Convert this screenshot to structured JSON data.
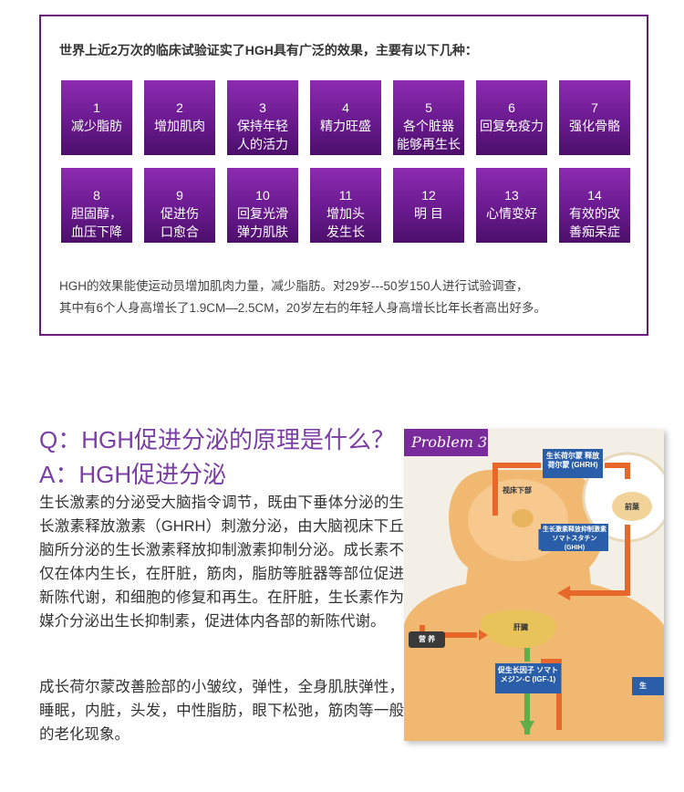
{
  "panel": {
    "heading": "世界上近2万次的临床试验证实了HGH具有广泛的效果，主要有以下几种：",
    "tiles_row1": [
      {
        "num": "1",
        "line1": "减少脂肪",
        "line2": ""
      },
      {
        "num": "2",
        "line1": "增加肌肉",
        "line2": ""
      },
      {
        "num": "3",
        "line1": "保持年轻",
        "line2": "人的活力"
      },
      {
        "num": "4",
        "line1": "精力旺盛",
        "line2": ""
      },
      {
        "num": "5",
        "line1": "各个脏器",
        "line2": "能够再生长"
      },
      {
        "num": "6",
        "line1": "回复免疫力",
        "line2": ""
      },
      {
        "num": "7",
        "line1": "强化骨骼",
        "line2": ""
      }
    ],
    "tiles_row2": [
      {
        "num": "8",
        "line1": "胆固醇，",
        "line2": "血压下降"
      },
      {
        "num": "9",
        "line1": "促进伤",
        "line2": "口愈合"
      },
      {
        "num": "10",
        "line1": "回复光滑",
        "line2": "弹力肌肤"
      },
      {
        "num": "11",
        "line1": "增加头",
        "line2": "发生长"
      },
      {
        "num": "12",
        "line1": "明  目",
        "line2": ""
      },
      {
        "num": "13",
        "line1": "心情变好",
        "line2": ""
      },
      {
        "num": "14",
        "line1": "有效的改",
        "line2": "善痴呆症"
      }
    ],
    "footnote_line1": "HGH的效果能使运动员增加肌肉力量，减少脂肪。对29岁---50岁150人进行试验调查，",
    "footnote_line2": "其中有6个人身高增长了1.9CM—2.5CM，20岁左右的年轻人身高增长比年长者高出好多。"
  },
  "qa": {
    "question": "Q：HGH促进分泌的原理是什么？",
    "answer": "A：HGH促进分泌",
    "paragraph1": "生长激素的分泌受大脑指令调节，既由下垂体分泌的生长激素释放激素（GHRH）刺激分泌，由大脑视床下丘脑所分泌的生长激素释放抑制激素抑制分泌。成长素不仅在体内生长，在肝脏，筋肉，脂肪等脏器等部位促进新陈代谢，和细胞的修复和再生。在肝脏，生长素作为媒介分泌出生长抑制素，促进体内各部的新陈代谢。",
    "paragraph2": "成长荷尔蒙改善脸部的小皱纹，弹性，全身肌肤弹性，睡眠，内脏，头发，中性脂肪，眼下松弛，筋肉等一般的老化现象。"
  },
  "figure": {
    "tag": "Problem 3",
    "ghrh_box": "生长荷尔蒙 释放荷尔蒙 (GHRH)",
    "ghih_box": "生长激素释放抑制激素 ソマトスタチン (GHIH)",
    "hypothalamus": "视床下部",
    "pituitary": "前葉",
    "liver": "肝臓",
    "nutrition": "营 养",
    "igf_box": "促生长因子 ソマトメジン-C (IGF-1)",
    "right_cut": "生",
    "colors": {
      "orange": "#e8672a",
      "blue": "#2a5ea8",
      "green": "#5fae4a",
      "skin": "#f1b872",
      "purple": "#7a2b9b"
    }
  }
}
